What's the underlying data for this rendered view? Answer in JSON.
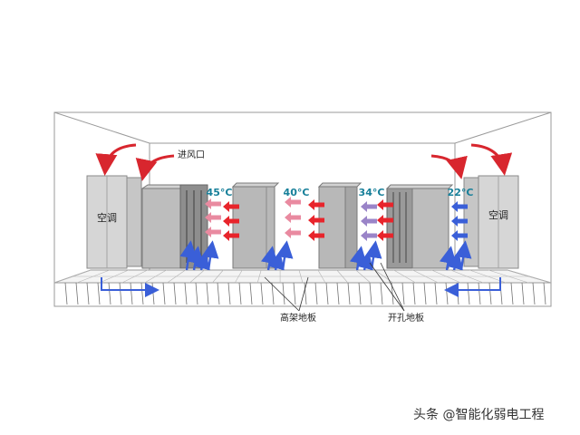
{
  "labels": {
    "air_inlet": "进风口",
    "ac_left": "空调",
    "ac_right": "空调",
    "raised_floor": "高架地板",
    "perforated_floor": "开孔地板"
  },
  "temperatures": [
    "45°C",
    "40°C",
    "34°C",
    "22°C"
  ],
  "watermark": "头条 @智能化弱电工程",
  "colors": {
    "hot_air": "#e8242b",
    "warm_air": "#e98aa0",
    "mixed_air": "#9a84c8",
    "cold_air": "#3a5fd8",
    "temp_text": "#18809a",
    "cabinet": "#bdbdbd",
    "cabinet_dark": "#8e8e8e",
    "ac_unit": "#d6d6d6"
  },
  "icons": [
    "hot-air-arrow-icon",
    "warm-air-arrow-icon",
    "mixed-air-arrow-icon",
    "cold-air-arrow-icon",
    "return-air-arrow-icon"
  ]
}
